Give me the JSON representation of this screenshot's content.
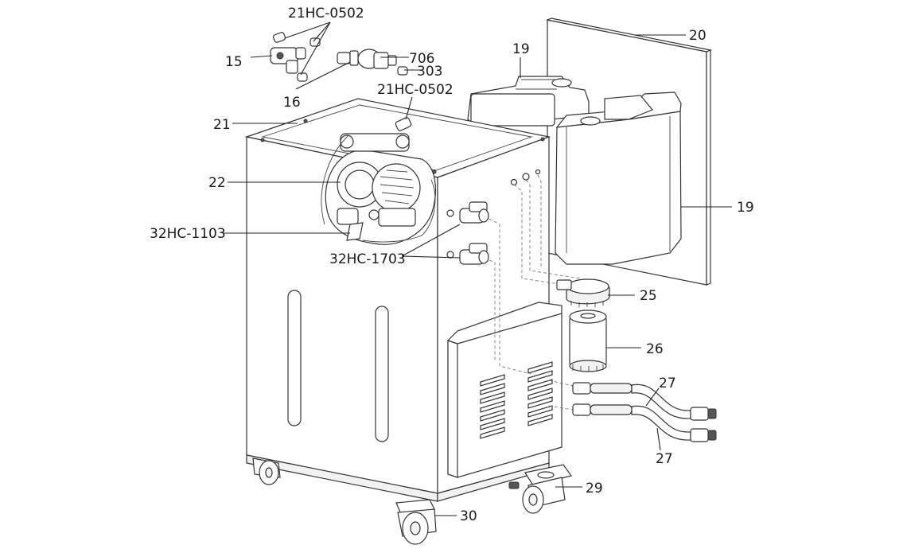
{
  "labels": {
    "l_21hc0502_top": "21HC-0502",
    "l_15": "15",
    "l_16": "16",
    "l_706": "706",
    "l_303": "303",
    "l_21hc0502_mid": "21HC-0502",
    "l_20": "20",
    "l_19_top": "19",
    "l_19_right": "19",
    "l_21": "21",
    "l_22": "22",
    "l_32hc1103": "32HC-1103",
    "l_32hc1703": "32HC-1703",
    "l_25": "25",
    "l_26": "26",
    "l_27_top": "27",
    "l_27_bottom": "27",
    "l_29": "29",
    "l_30": "30"
  },
  "colors": {
    "line": "#333333",
    "fill": "#ffffff",
    "text": "#1a1a1a"
  }
}
